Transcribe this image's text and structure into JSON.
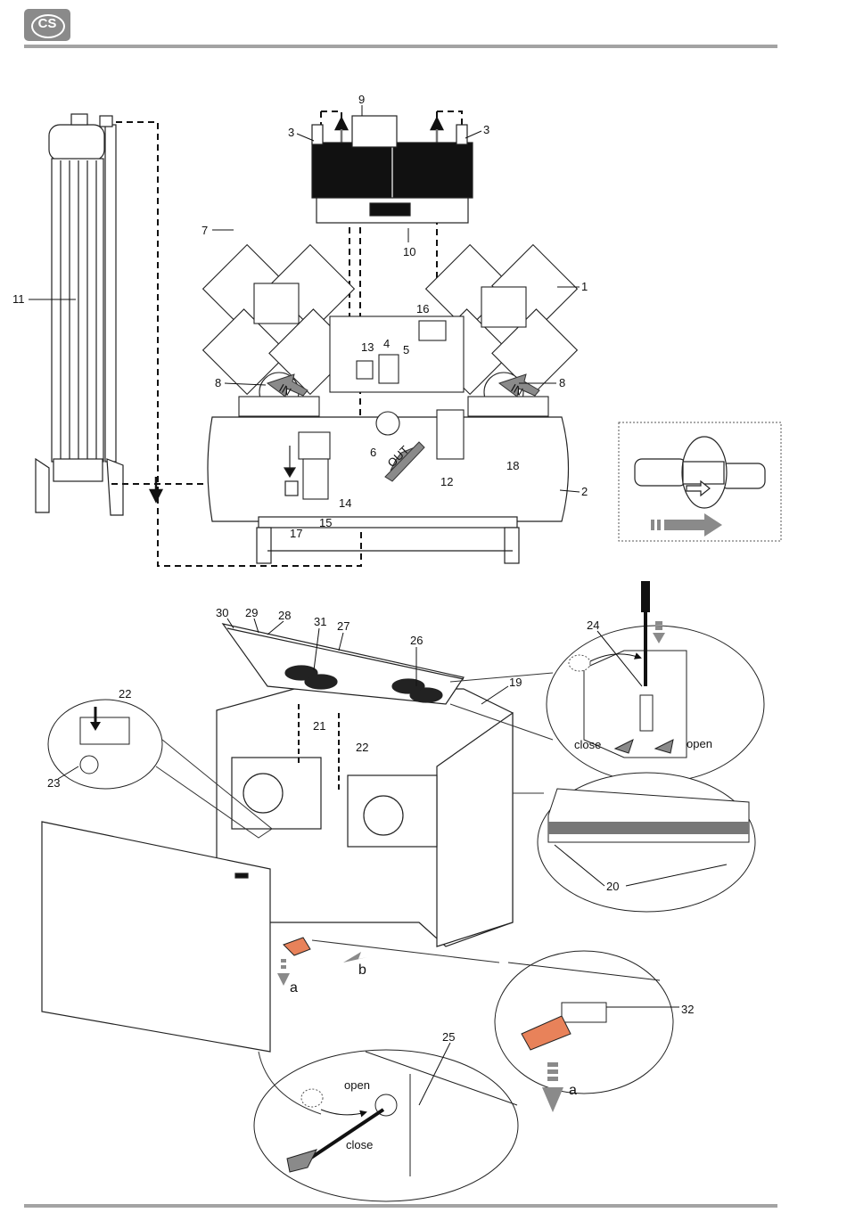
{
  "header": {
    "language_code": "CS"
  },
  "top_diagram": {
    "labels": [
      "1",
      "2",
      "3",
      "3",
      "4",
      "5",
      "6",
      "7",
      "8",
      "8",
      "9",
      "10",
      "11",
      "12",
      "13",
      "14",
      "15",
      "16",
      "17",
      "18"
    ],
    "arrow_tags": {
      "in": "IN",
      "out": "OUT"
    }
  },
  "bottom_diagram": {
    "labels": [
      "19",
      "20",
      "21",
      "22",
      "22",
      "23",
      "24",
      "25",
      "26",
      "27",
      "28",
      "29",
      "30",
      "31",
      "32"
    ],
    "letters": {
      "a": "a",
      "b": "b"
    },
    "valve_top": {
      "close": "close",
      "open": "open"
    },
    "valve_bottom": {
      "open": "open",
      "close": "close"
    }
  },
  "colors": {
    "rule": "#a3a3a3",
    "badge": "#8a8a8a",
    "hand": "#e8825a",
    "arrow": "#808080"
  }
}
